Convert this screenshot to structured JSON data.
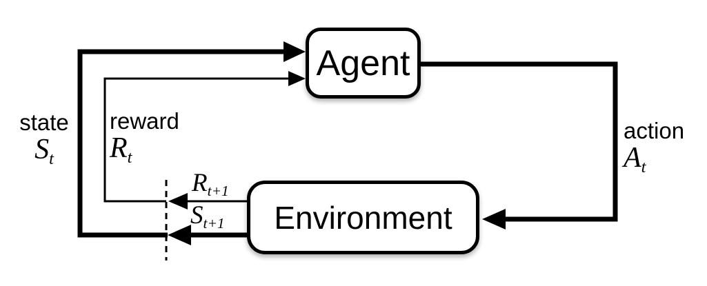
{
  "diagram": {
    "description": "Reinforcement learning agent-environment interaction loop",
    "boxes": {
      "agent": "Agent",
      "environment": "Environment"
    },
    "labels": {
      "state": {
        "word": "state",
        "base": "S",
        "sub": "t"
      },
      "reward": {
        "word": "reward",
        "base": "R",
        "sub": "t"
      },
      "action": {
        "word": "action",
        "base": "A",
        "sub": "t"
      },
      "next_reward": {
        "base": "R",
        "sub": "t+1"
      },
      "next_state": {
        "base": "S",
        "sub": "t+1"
      }
    },
    "colors": {
      "ink": "#000000",
      "box_fill": "#ffffff",
      "background": "#ffffff"
    }
  }
}
